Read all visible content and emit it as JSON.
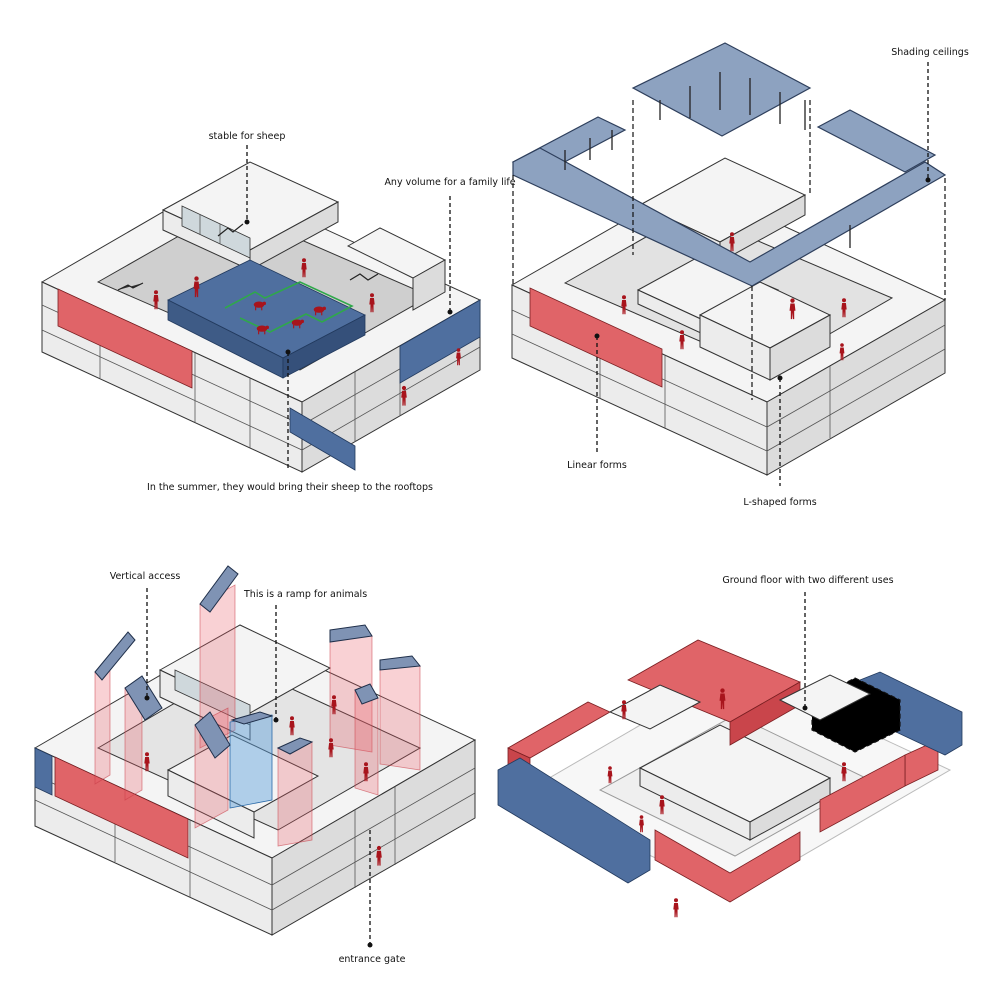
{
  "panels": [
    {
      "id": "top-left",
      "labels": {
        "stable": "stable for sheep",
        "family": "Any volume for a family life",
        "summer": "In the summer, they would bring their sheep to the rooftops"
      }
    },
    {
      "id": "top-right",
      "labels": {
        "shading": "Shading ceilings",
        "linear": "Linear forms",
        "lshaped": "L-shaped forms"
      }
    },
    {
      "id": "bottom-left",
      "labels": {
        "vertical": "Vertical access",
        "ramp": "This is a ramp for animals",
        "gate": "entrance gate"
      }
    },
    {
      "id": "bottom-right",
      "labels": {
        "ground": "Ground floor with two different uses"
      }
    }
  ],
  "colors": {
    "red": "#e06468",
    "blue": "#4f6f9f",
    "shading": "#8da2c0",
    "figure": "#a8141c",
    "ramp": "#2fa84a"
  },
  "legend_figures": "human-figure-icon"
}
